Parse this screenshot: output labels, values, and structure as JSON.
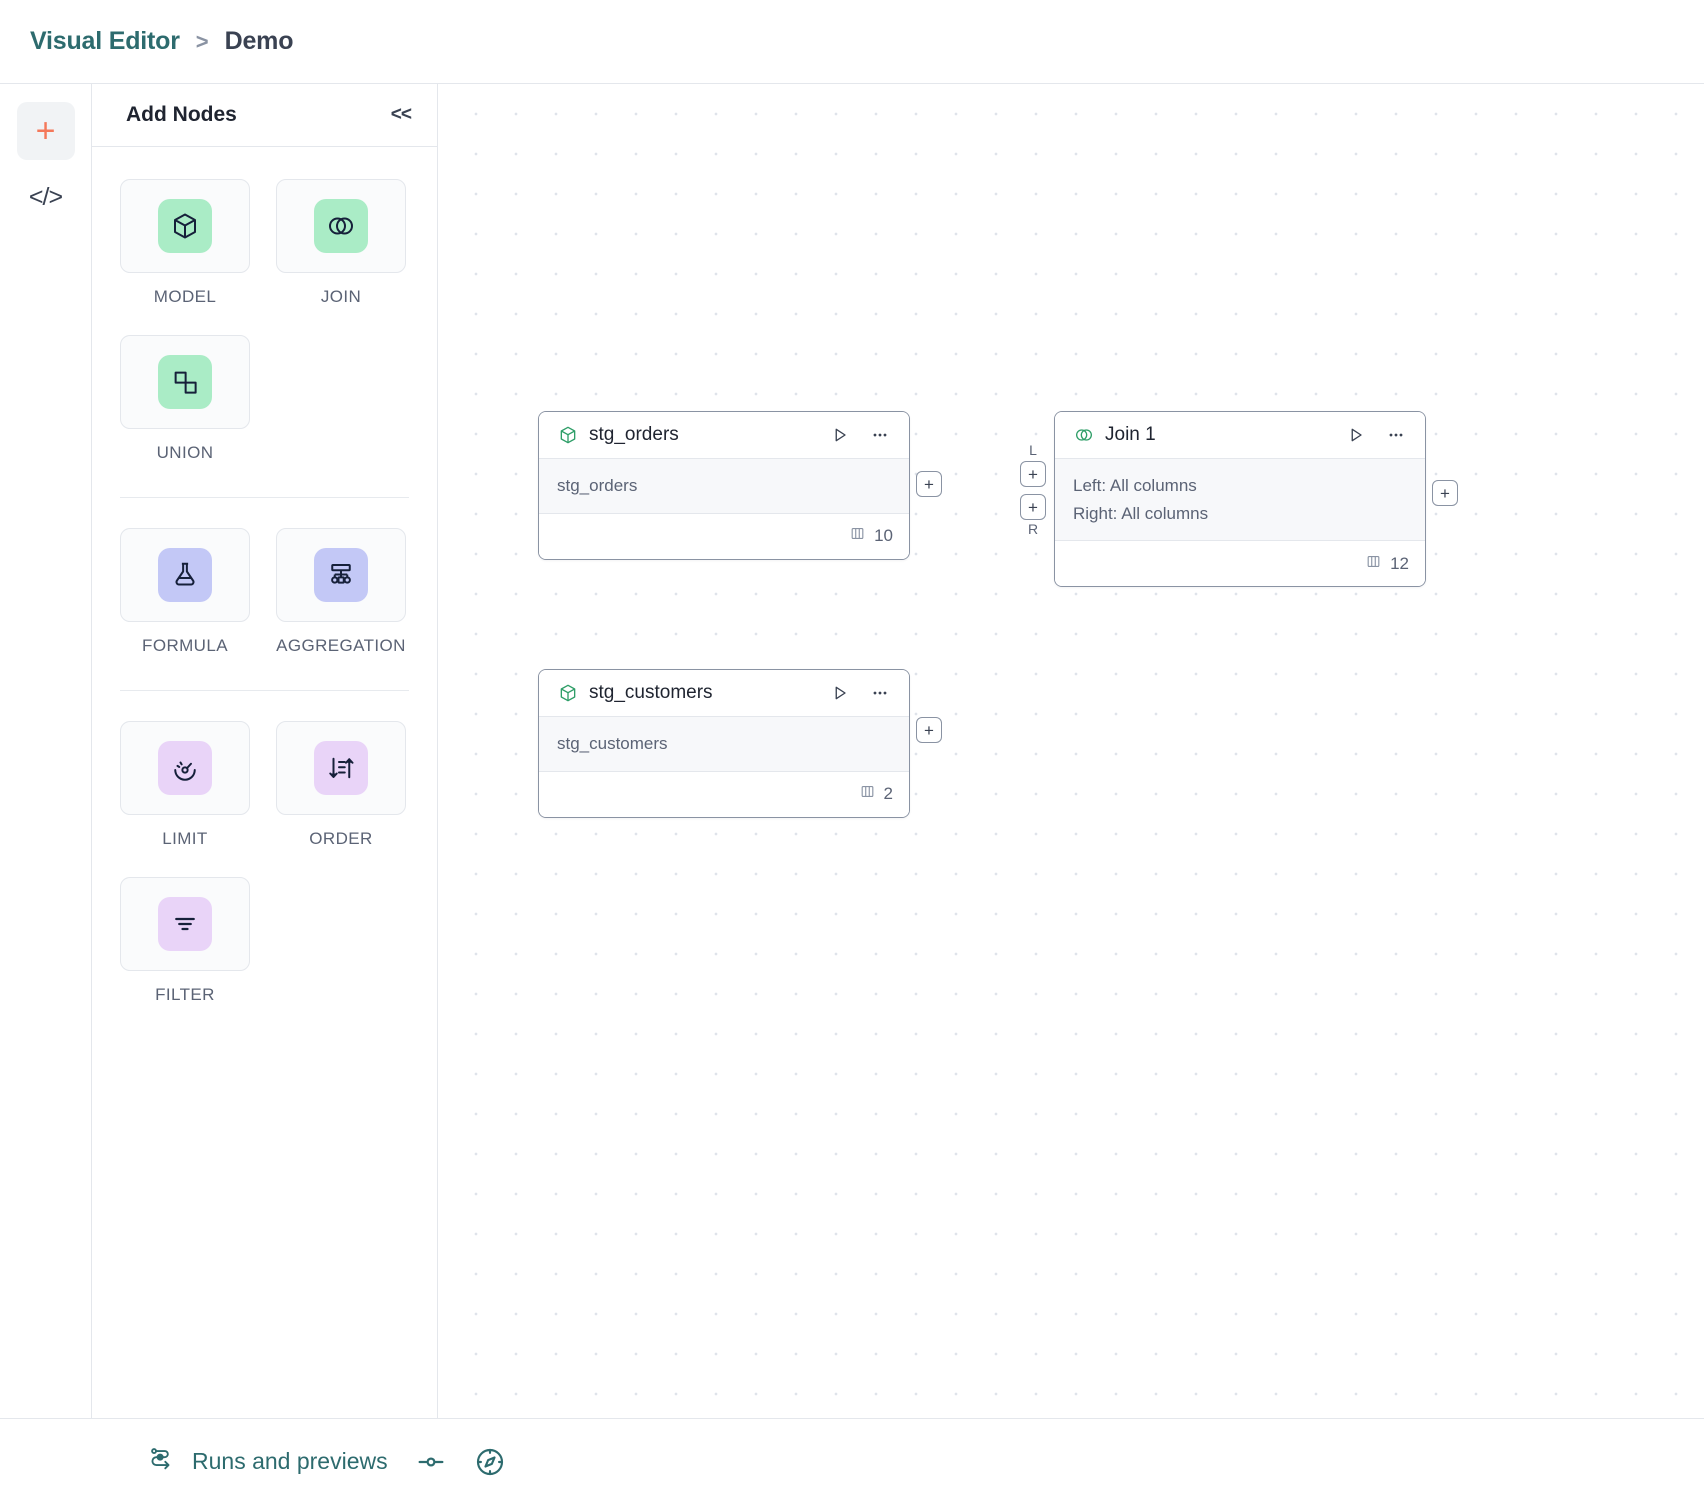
{
  "header": {
    "breadcrumb_root": "Visual Editor",
    "breadcrumb_sep": ">",
    "breadcrumb_leaf": "Demo"
  },
  "rail": {
    "items": [
      {
        "name": "add-node-rail-button",
        "icon": "plus-icon",
        "glyph": "+"
      },
      {
        "name": "code-view-rail-button",
        "icon": "code-icon",
        "glyph": "</>"
      }
    ]
  },
  "panel": {
    "title": "Add Nodes",
    "collapse_label": "<<",
    "groups": [
      {
        "items": [
          {
            "label": "MODEL",
            "icon": "cube-icon",
            "color": "#aaecc6"
          },
          {
            "label": "JOIN",
            "icon": "venn-circles-icon",
            "color": "#aaecc6"
          },
          {
            "label": "UNION",
            "icon": "union-squares-icon",
            "color": "#aaecc6"
          }
        ]
      },
      {
        "items": [
          {
            "label": "FORMULA",
            "icon": "flask-icon",
            "color": "#c3c8f6"
          },
          {
            "label": "AGGREGATION",
            "icon": "hierarchy-icon",
            "color": "#c3c8f6"
          }
        ]
      },
      {
        "items": [
          {
            "label": "LIMIT",
            "icon": "gauge-icon",
            "color": "#e9d4f8"
          },
          {
            "label": "ORDER",
            "icon": "sort-arrows-icon",
            "color": "#e9d4f8"
          },
          {
            "label": "FILTER",
            "icon": "filter-lines-icon",
            "color": "#e9d4f8"
          }
        ]
      }
    ]
  },
  "canvas": {
    "nodes": [
      {
        "id": "stg_orders",
        "title": "stg_orders",
        "icon": "cube-icon",
        "body_lines": [
          "stg_orders"
        ],
        "column_count": "10",
        "run_label": "Run",
        "menu_label": "More options"
      },
      {
        "id": "stg_customers",
        "title": "stg_customers",
        "icon": "cube-icon",
        "body_lines": [
          "stg_customers"
        ],
        "column_count": "2",
        "run_label": "Run",
        "menu_label": "More options"
      },
      {
        "id": "join_1",
        "title": "Join 1",
        "icon": "venn-circles-icon",
        "body_lines": [
          "Left: All columns",
          "Right: All columns"
        ],
        "column_count": "12",
        "run_label": "Run",
        "menu_label": "More options"
      }
    ],
    "handles": {
      "plus_glyph": "+",
      "left_tag": "L",
      "right_tag": "R"
    }
  },
  "footer": {
    "runs_label": "Runs and previews",
    "runs_icon": "flow-run-icon",
    "toggle_icon": "slider-toggle-icon",
    "compass_icon": "compass-icon"
  },
  "colors": {
    "brand_teal": "#2d6b6e",
    "accent_coral": "#f4785a",
    "node_green": "#2f9e68",
    "border": "#e4e7ec"
  }
}
